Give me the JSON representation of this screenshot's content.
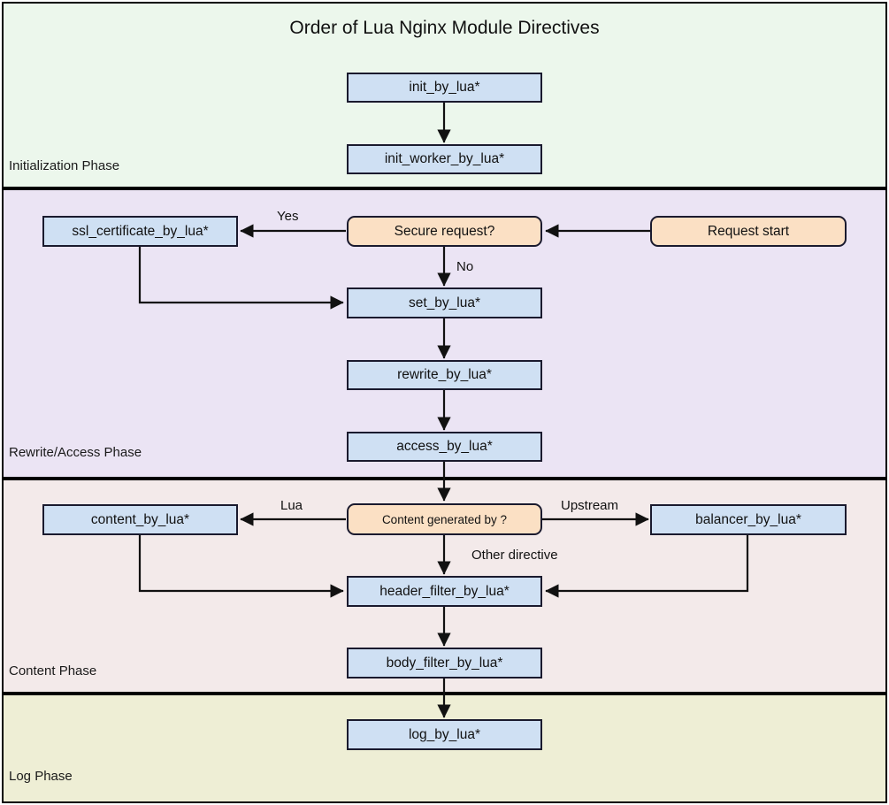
{
  "diagram": {
    "title": "Order of Lua Nginx Module Directives",
    "colors": {
      "process_fill": "#cfe0f3",
      "decision_fill": "#fbe0c4",
      "stroke": "#1a1a2e",
      "init_band": "#ecf7ec",
      "rewrite_band": "#ebe4f4",
      "content_band": "#f3eaea",
      "log_band": "#eeeed5"
    },
    "bands": [
      {
        "id": "init",
        "label": "Initialization Phase",
        "fill": "#ecf7ec"
      },
      {
        "id": "rewrite",
        "label": "Rewrite/Access Phase",
        "fill": "#ebe4f4"
      },
      {
        "id": "content",
        "label": "Content Phase",
        "fill": "#f3eaea"
      },
      {
        "id": "log",
        "label": "Log Phase",
        "fill": "#eeeed5"
      }
    ],
    "nodes": [
      {
        "id": "init_by_lua",
        "label": "init_by_lua*",
        "type": "process"
      },
      {
        "id": "init_worker_by_lua",
        "label": "init_worker_by_lua*",
        "type": "process"
      },
      {
        "id": "request_start",
        "label": "Request start",
        "type": "decision"
      },
      {
        "id": "secure_request",
        "label": "Secure request?",
        "type": "decision"
      },
      {
        "id": "ssl_certificate",
        "label": "ssl_certificate_by_lua*",
        "type": "process"
      },
      {
        "id": "set_by_lua",
        "label": "set_by_lua*",
        "type": "process"
      },
      {
        "id": "rewrite_by_lua",
        "label": "rewrite_by_lua*",
        "type": "process"
      },
      {
        "id": "access_by_lua",
        "label": "access_by_lua*",
        "type": "process"
      },
      {
        "id": "content_generated_by",
        "label": "Content generated by ?",
        "type": "decision"
      },
      {
        "id": "content_by_lua",
        "label": "content_by_lua*",
        "type": "process"
      },
      {
        "id": "balancer_by_lua",
        "label": "balancer_by_lua*",
        "type": "process"
      },
      {
        "id": "header_filter_by_lua",
        "label": "header_filter_by_lua*",
        "type": "process"
      },
      {
        "id": "body_filter_by_lua",
        "label": "body_filter_by_lua*",
        "type": "process"
      },
      {
        "id": "log_by_lua",
        "label": "log_by_lua*",
        "type": "process"
      }
    ],
    "edge_labels": {
      "yes": "Yes",
      "no": "No",
      "lua": "Lua",
      "upstream": "Upstream",
      "other_directive": "Other directive"
    },
    "edges": [
      {
        "from": "init_by_lua",
        "to": "init_worker_by_lua",
        "label": ""
      },
      {
        "from": "request_start",
        "to": "secure_request",
        "label": ""
      },
      {
        "from": "secure_request",
        "to": "ssl_certificate",
        "label": "Yes"
      },
      {
        "from": "secure_request",
        "to": "set_by_lua",
        "label": "No"
      },
      {
        "from": "ssl_certificate",
        "to": "set_by_lua",
        "label": ""
      },
      {
        "from": "set_by_lua",
        "to": "rewrite_by_lua",
        "label": ""
      },
      {
        "from": "rewrite_by_lua",
        "to": "access_by_lua",
        "label": ""
      },
      {
        "from": "access_by_lua",
        "to": "content_generated_by",
        "label": ""
      },
      {
        "from": "content_generated_by",
        "to": "content_by_lua",
        "label": "Lua"
      },
      {
        "from": "content_generated_by",
        "to": "balancer_by_lua",
        "label": "Upstream"
      },
      {
        "from": "content_generated_by",
        "to": "header_filter_by_lua",
        "label": "Other directive"
      },
      {
        "from": "content_by_lua",
        "to": "header_filter_by_lua",
        "label": ""
      },
      {
        "from": "balancer_by_lua",
        "to": "header_filter_by_lua",
        "label": ""
      },
      {
        "from": "header_filter_by_lua",
        "to": "body_filter_by_lua",
        "label": ""
      },
      {
        "from": "body_filter_by_lua",
        "to": "log_by_lua",
        "label": ""
      }
    ]
  }
}
